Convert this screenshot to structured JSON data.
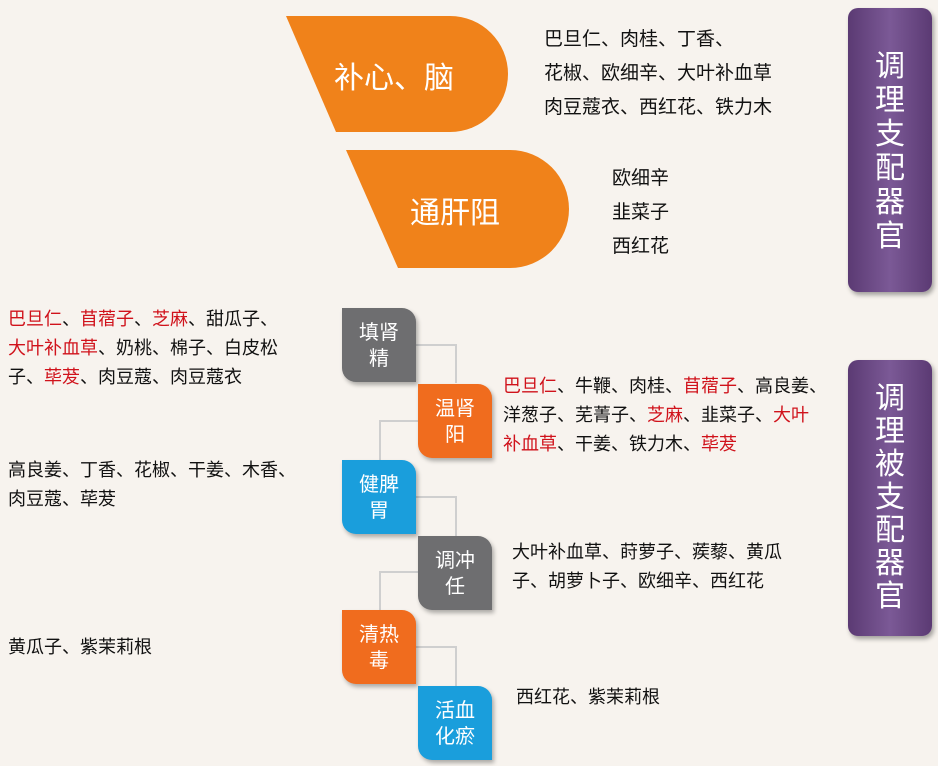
{
  "top": {
    "shape1": {
      "label": "补心、脑",
      "lines": [
        "巴旦仁、肉桂、丁香、",
        "花椒、欧细辛、大叶补血草",
        "肉豆蔻衣、西红花、铁力木"
      ]
    },
    "shape2": {
      "label": "通肝阻",
      "lines": [
        "欧细辛",
        "韭菜子",
        "西红花"
      ]
    },
    "side": [
      "调",
      "理",
      "支",
      "配",
      "器",
      "官"
    ]
  },
  "bottom": {
    "side": [
      "调",
      "理",
      "被",
      "支",
      "配",
      "器",
      "官"
    ],
    "nodes": {
      "tianshen": [
        "填肾",
        "精"
      ],
      "wenshen": [
        "温肾",
        "阳"
      ],
      "jianpi": [
        "健脾",
        "胃"
      ],
      "tiaochong": [
        "调冲",
        "任"
      ],
      "qingre": [
        "清热",
        "毒"
      ],
      "huoxue": [
        "活血",
        "化瘀"
      ]
    },
    "tianshen_text": [
      [
        {
          "t": "巴旦仁",
          "r": true
        },
        {
          "t": "、"
        },
        {
          "t": "苜蓿子",
          "r": true
        },
        {
          "t": "、"
        },
        {
          "t": "芝麻",
          "r": true
        },
        {
          "t": "、甜瓜子、"
        }
      ],
      [
        {
          "t": "大叶补血草",
          "r": true
        },
        {
          "t": "、奶桃、棉子、白皮松"
        }
      ],
      [
        {
          "t": "子、"
        },
        {
          "t": "荜茇",
          "r": true
        },
        {
          "t": "、肉豆蔻、肉豆蔻衣"
        }
      ]
    ],
    "wenshen_text": [
      [
        {
          "t": "巴旦仁",
          "r": true
        },
        {
          "t": "、牛鞭、肉桂、"
        },
        {
          "t": "苜蓿子",
          "r": true
        },
        {
          "t": "、高良姜、"
        }
      ],
      [
        {
          "t": "洋葱子、芜菁子、"
        },
        {
          "t": "芝麻",
          "r": true
        },
        {
          "t": "、韭菜子、"
        },
        {
          "t": "大叶",
          "r": true
        }
      ],
      [
        {
          "t": "补血草",
          "r": true
        },
        {
          "t": "、干姜、铁力木、"
        },
        {
          "t": "荜茇",
          "r": true
        }
      ]
    ],
    "jianpi_text": [
      "高良姜、丁香、花椒、干姜、木香、",
      "肉豆蔻、荜茇"
    ],
    "tiaochong_text": [
      "大叶补血草、莳萝子、蒺藜、黄瓜",
      "子、胡萝卜子、欧细辛、西红花"
    ],
    "qingre_text": [
      "黄瓜子、紫茉莉根"
    ],
    "huoxue_text": [
      "西红花、紫茉莉根"
    ]
  },
  "colors": {
    "orange": "#f0821a",
    "gray": "#6e6e70",
    "node_orange": "#f06c1e",
    "blue": "#1a9edc",
    "purple": "#6b4a86",
    "red": "#d0121b"
  }
}
